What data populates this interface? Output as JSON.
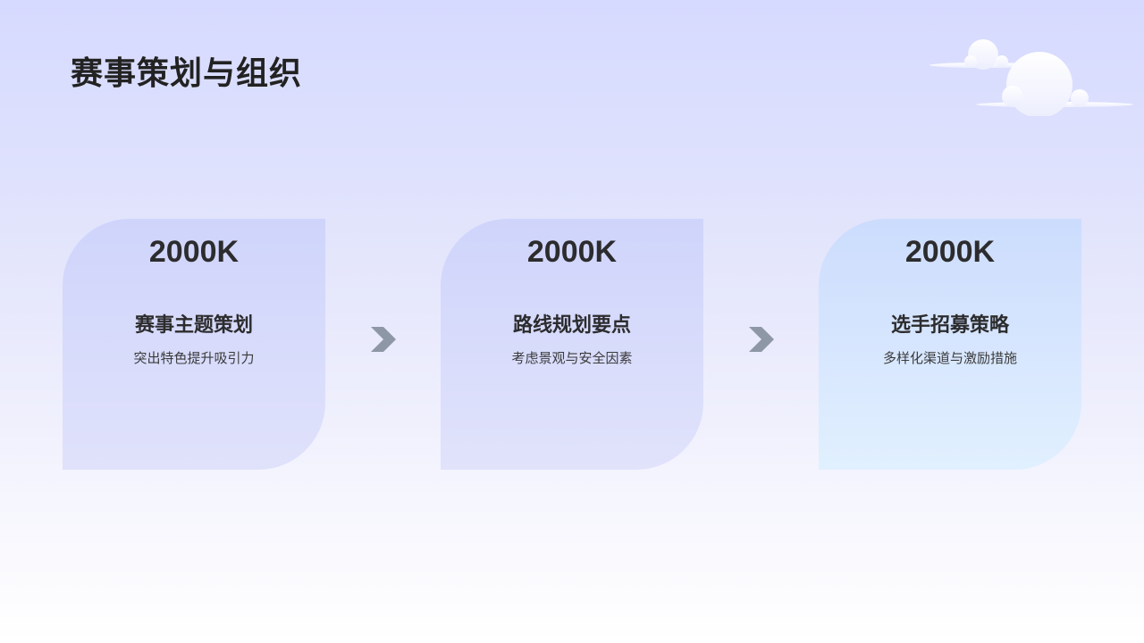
{
  "slide": {
    "title": "赛事策划与组织",
    "cards": [
      {
        "value": "2000K",
        "heading": "赛事主题策划",
        "description": "突出特色提升吸引力"
      },
      {
        "value": "2000K",
        "heading": "路线规划要点",
        "description": "考虑景观与安全因素"
      },
      {
        "value": "2000K",
        "heading": "选手招募策略",
        "description": "多样化渠道与激励措施"
      }
    ]
  },
  "icons": {
    "decoration": "cloud-icon",
    "connector": "chevron-right-icon"
  },
  "colors": {
    "arrow": "#8e97a6",
    "title_text": "#222222",
    "card_1_top": "#cfd4fb",
    "card_3_top": "#ccdcfd"
  }
}
